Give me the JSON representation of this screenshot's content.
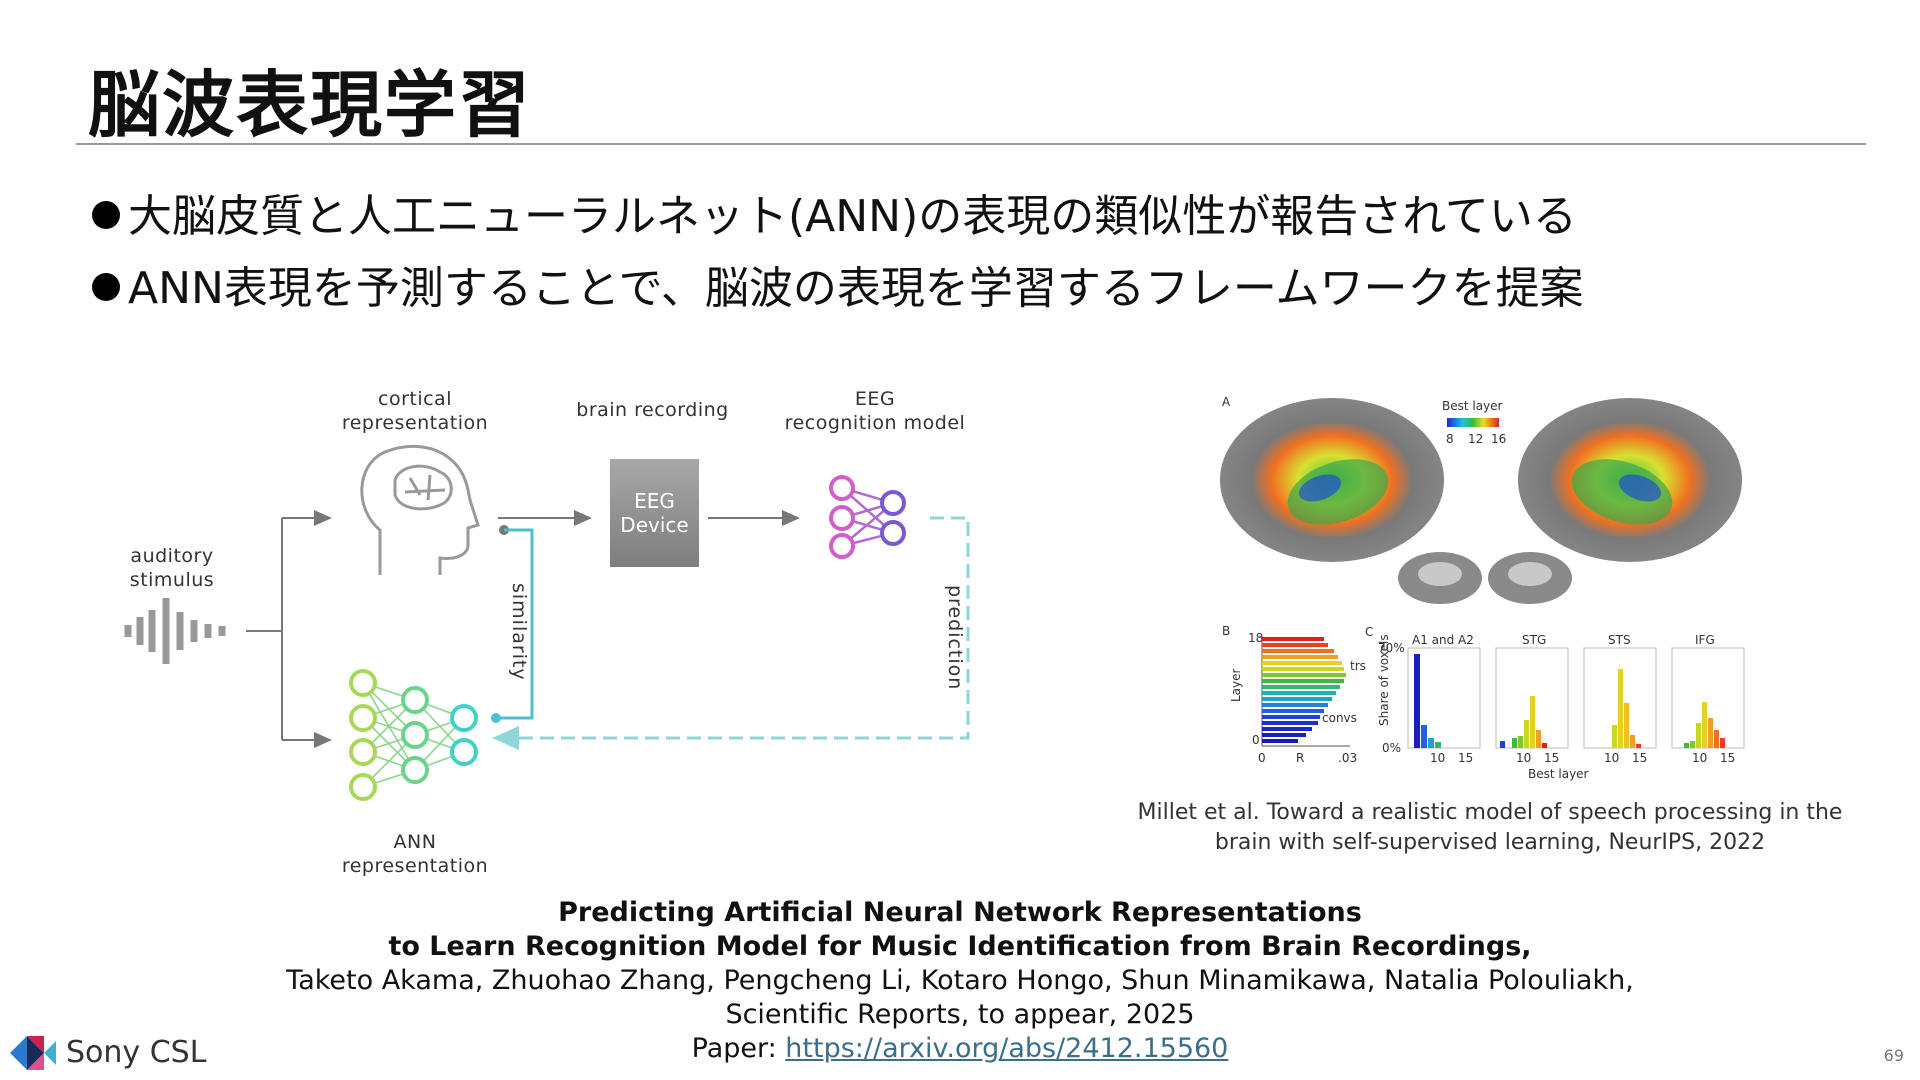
{
  "slide": {
    "title": "脳波表現学習",
    "bullets": [
      "大脳皮質と人工ニューラルネット(ANN)の表現の類似性が報告されている",
      "ANN表現を予測することで、脳波の表現を学習するフレームワークを提案"
    ],
    "page_number": "69"
  },
  "diagram": {
    "cortical_label": [
      "cortical",
      "representation"
    ],
    "brain_recording_label": "brain recording",
    "eeg_model_label": [
      "EEG",
      "recognition model"
    ],
    "eeg_device": [
      "EEG",
      "Device"
    ],
    "stimulus_label": [
      "auditory",
      "stimulus"
    ],
    "ann_label": [
      "ANN",
      "representation"
    ],
    "similarity_label": "similarity",
    "prediction_label": "prediction"
  },
  "figure": {
    "panel_a": "A",
    "panel_b": "B",
    "panel_c": "C",
    "best_layer_title": "Best layer",
    "colorbar_ticks": [
      "8",
      "12",
      "16"
    ],
    "panel_b_axis": {
      "ylabel": "Layer",
      "xlabel": "R",
      "yticks": [
        "18",
        "0"
      ],
      "xticks": [
        "0",
        ".03"
      ],
      "annot_trs": "trs",
      "annot_convs": "convs"
    },
    "panel_c_axis": {
      "ylabel": "Share of voxels",
      "yticks": [
        "70%",
        "0%"
      ],
      "xlabel": "Best layer",
      "xticks": [
        "10",
        "15"
      ]
    },
    "subplots": [
      "A1 and A2",
      "STG",
      "STS",
      "IFG"
    ],
    "caption": [
      "Millet et al. Toward a realistic model of speech processing in the",
      "brain with self-supervised learning, NeurIPS, 2022"
    ]
  },
  "reference": {
    "title_line1": "Predicting Artificial Neural Network Representations",
    "title_line2": "to Learn Recognition Model for Music Identification from Brain Recordings,",
    "authors": "Taketo Akama, Zhuohao Zhang, Pengcheng Li, Kotaro Hongo, Shun Minamikawa, Natalia Polouliakh,",
    "venue": "Scientific Reports, to appear, 2025",
    "paper_prefix": "Paper: ",
    "paper_link": "https://arxiv.org/abs/2412.15560"
  },
  "footer": {
    "logo_text": "Sony CSL"
  },
  "colors": {
    "ann_gradient": [
      "#a8d85a",
      "#3fd2c8"
    ],
    "eeg_model": [
      "#d060c8",
      "#7a5ad0"
    ],
    "link": "#3a6e8a"
  }
}
